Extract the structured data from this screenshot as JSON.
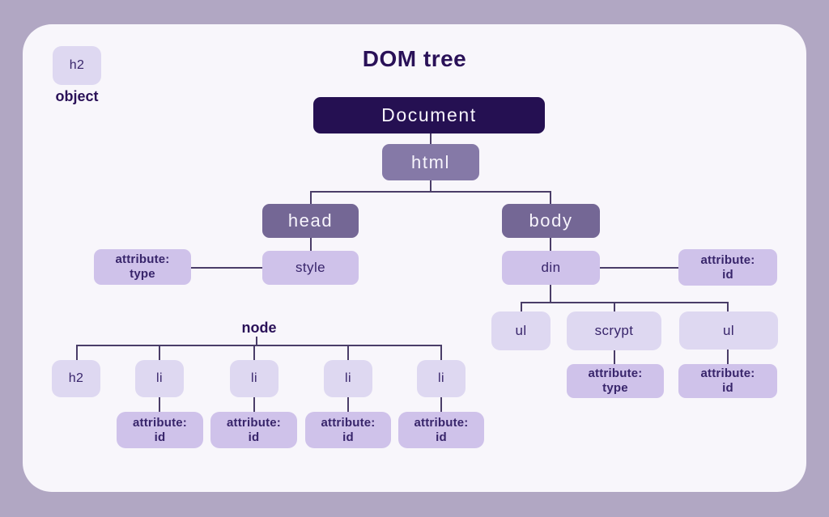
{
  "title": "DOM tree",
  "legend": {
    "box_label": "h2",
    "caption": "object"
  },
  "colors": {
    "frame_background": "#b1a7c3",
    "card_background": "#f8f6fb",
    "root_node": "#251052",
    "html_node": "#8579a7",
    "branch_node": "#746795",
    "element_node": "#ded8f1",
    "attribute_node": "#cfc2ea",
    "connector": "#4a3d68",
    "heading_text": "#2a1158",
    "node_text_dark": "#38256b",
    "node_text_light": "#f7f4fc"
  },
  "tree": {
    "document": {
      "label": "Document"
    },
    "html": {
      "label": "html"
    },
    "head": {
      "label": "head"
    },
    "body": {
      "label": "body"
    },
    "style": {
      "label": "style"
    },
    "style_attribute": {
      "label": "attribute:",
      "value": "type"
    },
    "din": {
      "label": "din"
    },
    "din_attribute": {
      "label": "attribute:",
      "value": "id"
    },
    "ul_left": {
      "label": "ul"
    },
    "scrypt": {
      "label": "scrypt"
    },
    "scrypt_attribute": {
      "label": "attribute:",
      "value": "type"
    },
    "ul_right": {
      "label": "ul"
    },
    "ul_right_attribute": {
      "label": "attribute:",
      "value": "id"
    }
  },
  "node_subtree": {
    "caption": "node",
    "h2": {
      "label": "h2"
    },
    "li_1": {
      "label": "li"
    },
    "li_2": {
      "label": "li"
    },
    "li_3": {
      "label": "li"
    },
    "li_4": {
      "label": "li"
    },
    "li_1_attribute": {
      "label": "attribute:",
      "value": "id"
    },
    "li_2_attribute": {
      "label": "attribute:",
      "value": "id"
    },
    "li_3_attribute": {
      "label": "attribute:",
      "value": "id"
    },
    "li_4_attribute": {
      "label": "attribute:",
      "value": "id"
    }
  }
}
